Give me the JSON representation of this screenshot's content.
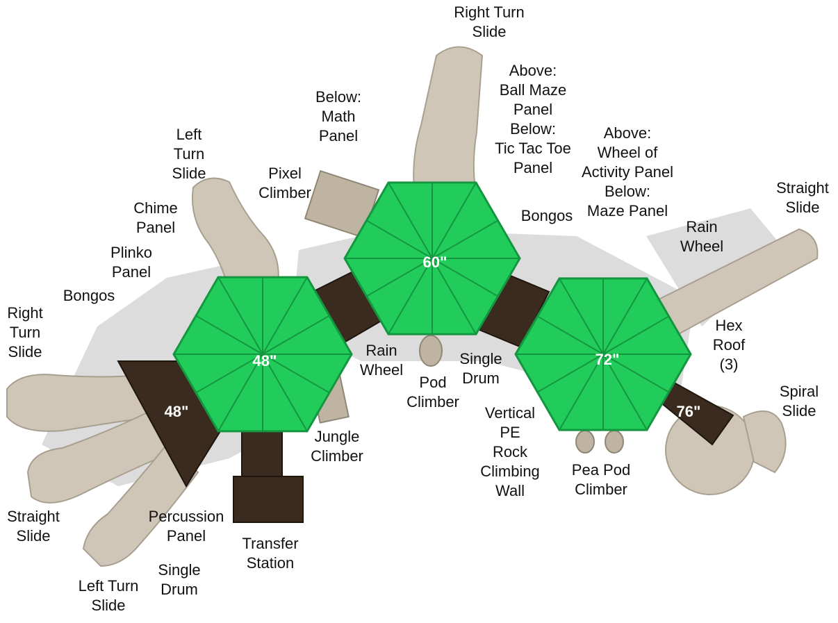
{
  "colors": {
    "roof": "#22cc5a",
    "roof_rib": "#149640",
    "slide": "#cfc6b7",
    "slide_edge": "#a99f90",
    "deck": "#3a2b1e",
    "shadow": "#dcdcdc",
    "panel": "#bfb4a1"
  },
  "decks": [
    {
      "id": "left-roof",
      "size": "48\""
    },
    {
      "id": "center-roof",
      "size": "60\""
    },
    {
      "id": "right-roof",
      "size": "72\""
    },
    {
      "id": "left-deck",
      "size": "48\""
    },
    {
      "id": "right-deck",
      "size": "76\""
    }
  ],
  "labels": [
    {
      "name": "right-turn-slide-top",
      "lines": [
        "Right Turn",
        "Slide"
      ]
    },
    {
      "name": "above-ball-maze-panel",
      "lines": [
        "Above:",
        "Ball Maze",
        "Panel",
        "Below:",
        "Tic Tac Toe",
        "Panel"
      ]
    },
    {
      "name": "below-math-panel",
      "lines": [
        "Below:",
        "Math",
        "Panel"
      ]
    },
    {
      "name": "above-wheel-of-activity-panel",
      "lines": [
        "Above:",
        "Wheel of",
        "Activity Panel",
        "Below:",
        "Maze Panel"
      ]
    },
    {
      "name": "left-turn-slide-top",
      "lines": [
        "Left",
        "Turn",
        "Slide"
      ]
    },
    {
      "name": "pixel-climber",
      "lines": [
        "Pixel",
        "Climber"
      ]
    },
    {
      "name": "straight-slide-right",
      "lines": [
        "Straight",
        "Slide"
      ]
    },
    {
      "name": "chime-panel",
      "lines": [
        "Chime",
        "Panel"
      ]
    },
    {
      "name": "bongos-center",
      "lines": [
        "Bongos"
      ]
    },
    {
      "name": "rain-wheel-right",
      "lines": [
        "Rain",
        "Wheel"
      ]
    },
    {
      "name": "plinko-panel",
      "lines": [
        "Plinko",
        "Panel"
      ]
    },
    {
      "name": "bongos-left",
      "lines": [
        "Bongos"
      ]
    },
    {
      "name": "right-turn-slide-left",
      "lines": [
        "Right",
        "Turn",
        "Slide"
      ]
    },
    {
      "name": "hex-roof",
      "lines": [
        "Hex",
        "Roof",
        "(3)"
      ]
    },
    {
      "name": "rain-wheel-center",
      "lines": [
        "Rain",
        "Wheel"
      ]
    },
    {
      "name": "single-drum-center",
      "lines": [
        "Single",
        "Drum"
      ]
    },
    {
      "name": "pod-climber",
      "lines": [
        "Pod",
        "Climber"
      ]
    },
    {
      "name": "spiral-slide",
      "lines": [
        "Spiral",
        "Slide"
      ]
    },
    {
      "name": "vertical-pe-rock-climbing-wall",
      "lines": [
        "Vertical",
        "PE",
        "Rock",
        "Climbing",
        "Wall"
      ]
    },
    {
      "name": "jungle-climber",
      "lines": [
        "Jungle",
        "Climber"
      ]
    },
    {
      "name": "pea-pod-climber",
      "lines": [
        "Pea Pod",
        "Climber"
      ]
    },
    {
      "name": "straight-slide-left",
      "lines": [
        "Straight",
        "Slide"
      ]
    },
    {
      "name": "percussion-panel",
      "lines": [
        "Percussion",
        "Panel"
      ]
    },
    {
      "name": "transfer-station",
      "lines": [
        "Transfer",
        "Station"
      ]
    },
    {
      "name": "single-drum-bottom",
      "lines": [
        "Single",
        "Drum"
      ]
    },
    {
      "name": "left-turn-slide-bottom",
      "lines": [
        "Left Turn",
        "Slide"
      ]
    }
  ]
}
